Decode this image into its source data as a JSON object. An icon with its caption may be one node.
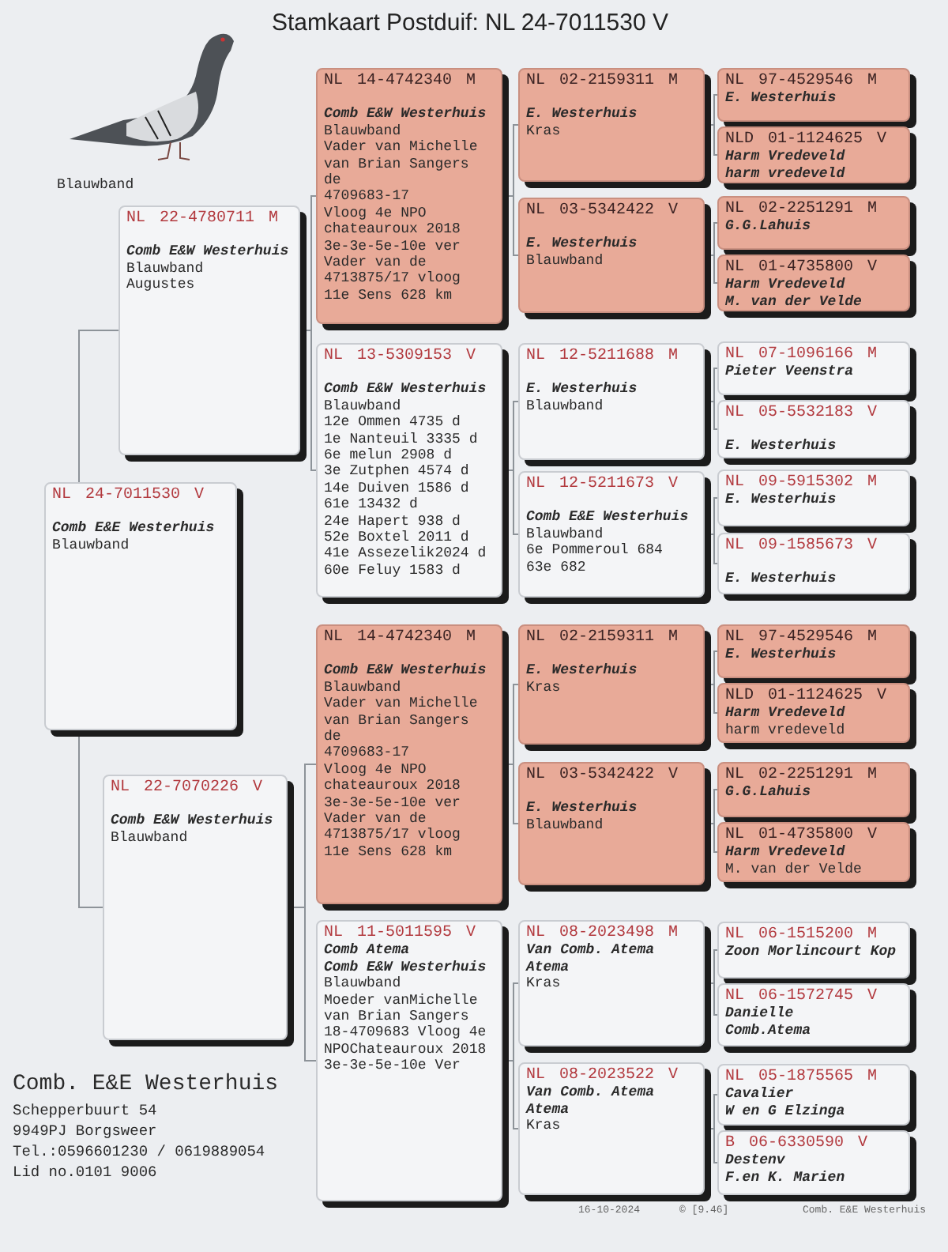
{
  "diagram": {
    "title": "Stamkaart Postduif: NL 24-7011530 V",
    "nodes": [
      {
        "text": [
          "NL 24-7011530 V",
          "Comb E&E Westerhuis",
          "Blauwband"
        ]
      },
      {
        "text": [
          "NL 22-4780711 M",
          "Comb E&W Westerhuis",
          "Blauwband",
          "Augustes"
        ]
      },
      {
        "text": [
          "NL 22-7070226 V",
          "Comb E&W Westerhuis",
          "Blauwband"
        ]
      },
      {
        "text": [
          "NL 14-4742340 M",
          "Comb E&W Westerhuis",
          "Blauwband",
          "Vader van Michelle",
          "van Brian Sangers",
          "de",
          "4709683-17",
          "Vloog 4e NPO",
          "chateauroux 2018",
          "3e-3e-5e-10e ver",
          "Vader van de",
          "4713875/17 vloog",
          "11e Sens 628 km"
        ]
      },
      {
        "text": [
          "NL 13-5309153 V",
          "Comb E&W Westerhuis",
          "Blauwband",
          "12e Ommen 4735 d",
          "1e Nanteuil 3335 d",
          "6e melun 2908 d",
          "3e Zutphen 4574 d",
          "14e Duiven 1586 d",
          "61e 13432 d",
          "24e Hapert 938 d",
          "52e Boxtel 2011 d",
          "41e Assezelik2024 d",
          "60e Feluy 1583 d"
        ]
      },
      {
        "text": [
          "NL 14-4742340 M",
          "Comb E&W Westerhuis",
          "Blauwband",
          "Vader van Michelle",
          "van Brian Sangers",
          "de",
          "4709683-17",
          "Vloog 4e NPO",
          "chateauroux 2018",
          "3e-3e-5e-10e ver",
          "Vader van de",
          "4713875/17 vloog",
          "11e Sens 628 km"
        ]
      },
      {
        "text": [
          "NL 11-5011595 V",
          "Comb Atema",
          "Comb E&W Westerhuis",
          "Blauwband",
          "Moeder vanMichelle",
          "van Brian Sangers",
          "18-4709683 Vloog 4e",
          "NPOChateauroux 2018",
          "3e-3e-5e-10e Ver"
        ]
      },
      {
        "text": [
          "NL 02-2159311 M",
          "E. Westerhuis",
          "Kras"
        ]
      },
      {
        "text": [
          "NL 03-5342422 V",
          "E. Westerhuis",
          "Blauwband"
        ]
      },
      {
        "text": [
          "NL 12-5211688 M",
          "E. Westerhuis",
          "Blauwband"
        ]
      },
      {
        "text": [
          "NL 12-5211673 V",
          "Comb E&E Westerhuis",
          "Blauwband",
          "6e Pommeroul 684",
          "63e 682"
        ]
      },
      {
        "text": [
          "NL 02-2159311 M",
          "E. Westerhuis",
          "Kras"
        ]
      },
      {
        "text": [
          "NL 03-5342422 V",
          "E. Westerhuis",
          "Blauwband"
        ]
      },
      {
        "text": [
          "NL 08-2023498 M",
          "Van Comb. Atema",
          "Atema",
          "Kras"
        ]
      },
      {
        "text": [
          "NL 08-2023522 V",
          "Van Comb. Atema",
          "Atema",
          "Kras"
        ]
      },
      {
        "text": [
          "NL 97-4529546 M",
          "E. Westerhuis"
        ]
      },
      {
        "text": [
          "NLD 01-1124625 V",
          "Harm Vredeveld",
          "harm vredeveld"
        ]
      },
      {
        "text": [
          "NL 02-2251291 M",
          "G.G.Lahuis"
        ]
      },
      {
        "text": [
          "NL 01-4735800 V",
          "Harm Vredeveld",
          "M. van der Velde"
        ]
      },
      {
        "text": [
          "NL 07-1096166 M",
          "Pieter Veenstra"
        ]
      },
      {
        "text": [
          "NL 05-5532183 V",
          "E. Westerhuis"
        ]
      },
      {
        "text": [
          "NL 09-5915302 M",
          "E. Westerhuis"
        ]
      },
      {
        "text": [
          "NL 09-1585673 V",
          "E. Westerhuis"
        ]
      },
      {
        "text": [
          "NL 97-4529546 M",
          "E. Westerhuis"
        ]
      },
      {
        "text": [
          "NLD 01-1124625 V",
          "Harm Vredeveld",
          "harm vredeveld"
        ]
      },
      {
        "text": [
          "NL 02-2251291 M",
          "G.G.Lahuis"
        ]
      },
      {
        "text": [
          "NL 01-4735800 V",
          "Harm Vredeveld",
          "M. van der Velde"
        ]
      },
      {
        "text": [
          "NL 06-1515200 M",
          "Zoon Morlincourt Kop"
        ]
      },
      {
        "text": [
          "NL 06-1572745 V",
          "Danielle",
          "Comb.Atema"
        ]
      },
      {
        "text": [
          "NL 05-1875565 M",
          "Cavalier",
          "W en G Elzinga"
        ]
      },
      {
        "text": [
          "B 06-6330590 V",
          "Destenv",
          "F.en K. Marien"
        ]
      }
    ],
    "edges": [
      {
        "from": 0,
        "to": 1,
        "arrow": "none"
      },
      {
        "from": 0,
        "to": 2,
        "arrow": "none"
      },
      {
        "from": 1,
        "to": 3,
        "arrow": "none"
      },
      {
        "from": 1,
        "to": 4,
        "arrow": "none"
      },
      {
        "from": 2,
        "to": 5,
        "arrow": "none"
      },
      {
        "from": 2,
        "to": 6,
        "arrow": "none"
      },
      {
        "from": 3,
        "to": 7,
        "arrow": "none"
      },
      {
        "from": 3,
        "to": 8,
        "arrow": "none"
      },
      {
        "from": 4,
        "to": 9,
        "arrow": "none"
      },
      {
        "from": 4,
        "to": 10,
        "arrow": "none"
      },
      {
        "from": 5,
        "to": 11,
        "arrow": "none"
      },
      {
        "from": 5,
        "to": 12,
        "arrow": "none"
      },
      {
        "from": 6,
        "to": 13,
        "arrow": "none"
      },
      {
        "from": 6,
        "to": 14,
        "arrow": "none"
      },
      {
        "from": 7,
        "to": 15,
        "arrow": "none"
      },
      {
        "from": 7,
        "to": 16,
        "arrow": "none"
      },
      {
        "from": 8,
        "to": 17,
        "arrow": "none"
      },
      {
        "from": 8,
        "to": 18,
        "arrow": "none"
      },
      {
        "from": 9,
        "to": 19,
        "arrow": "none"
      },
      {
        "from": 9,
        "to": 20,
        "arrow": "none"
      },
      {
        "from": 10,
        "to": 21,
        "arrow": "none"
      },
      {
        "from": 10,
        "to": 22,
        "arrow": "none"
      },
      {
        "from": 11,
        "to": 23,
        "arrow": "none"
      },
      {
        "from": 11,
        "to": 24,
        "arrow": "none"
      },
      {
        "from": 12,
        "to": 25,
        "arrow": "none"
      },
      {
        "from": 12,
        "to": 26,
        "arrow": "none"
      },
      {
        "from": 13,
        "to": 27,
        "arrow": "none"
      },
      {
        "from": 13,
        "to": 28,
        "arrow": "none"
      },
      {
        "from": 14,
        "to": 29,
        "arrow": "none"
      },
      {
        "from": 14,
        "to": 30,
        "arrow": "none"
      }
    ],
    "labels": [
      "Blauwband",
      "Comb. E&E Westerhuis",
      "Schepperbuurt 54",
      "9949PJ Borgsweer",
      "Tel.:0596601230 / 0619889054",
      "Lid no.0101 9006",
      "16-10-2024",
      "© [9.46]",
      "Comb. E&E Westerhuis"
    ]
  }
}
